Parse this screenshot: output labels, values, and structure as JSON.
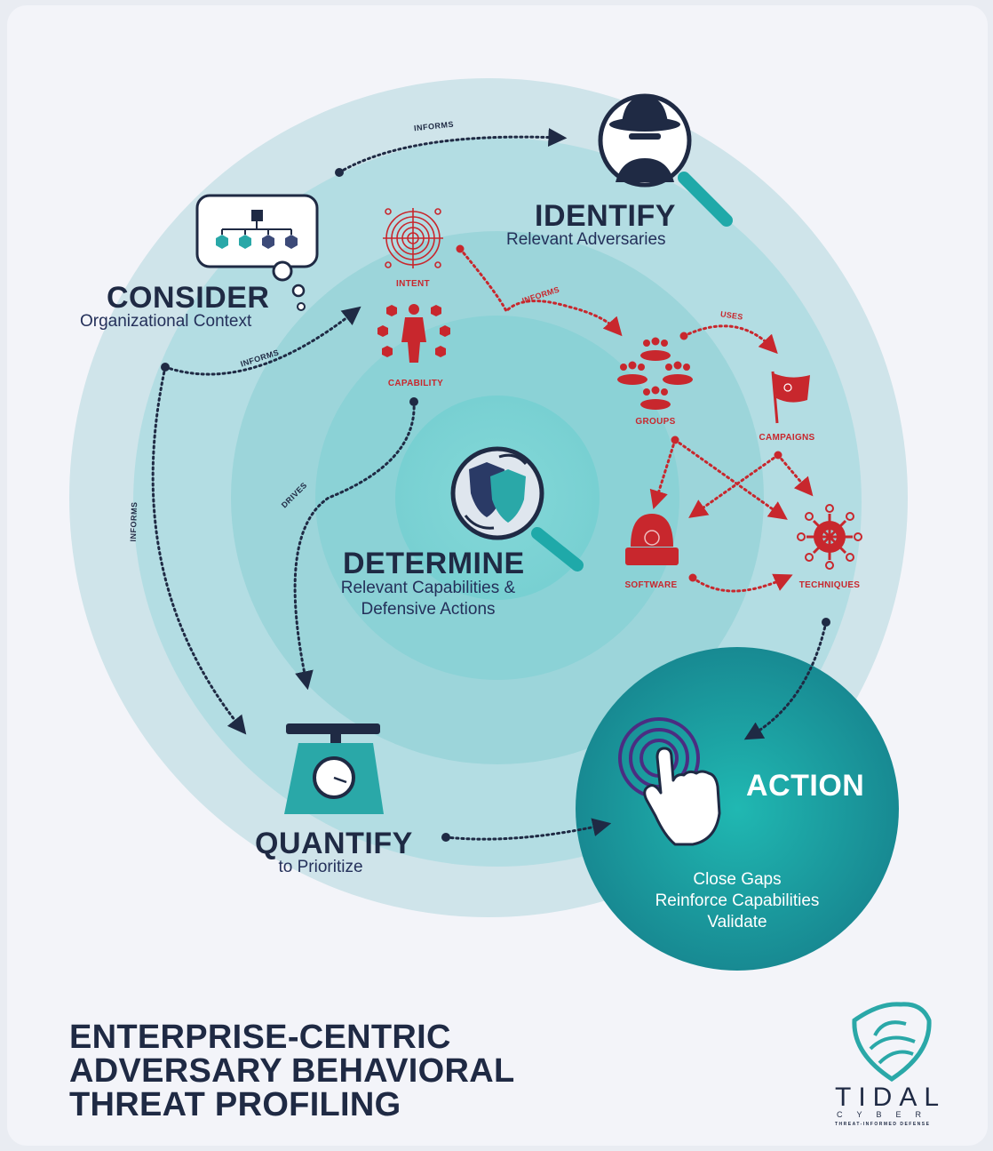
{
  "title_lines": [
    "ENTERPRISE-CENTRIC",
    "ADVERSARY BEHAVIORAL",
    "THREAT PROFILING"
  ],
  "stages": {
    "identify": {
      "title": "IDENTIFY",
      "subtitle": "Relevant Adversaries"
    },
    "consider": {
      "title": "CONSIDER",
      "subtitle": "Organizational Context"
    },
    "determine": {
      "title": "DETERMINE",
      "subtitle_lines": [
        "Relevant Capabilities &",
        "Defensive Actions"
      ]
    },
    "quantify": {
      "title": "QUANTIFY",
      "subtitle": "to Prioritize"
    },
    "action": {
      "title": "ACTION",
      "items": [
        "Close Gaps",
        "Reinforce Capabilities",
        "Validate"
      ]
    }
  },
  "nodes": {
    "intent": "INTENT",
    "capability": "CAPABILITY",
    "groups": "GROUPS",
    "campaigns": "CAMPAIGNS",
    "software": "SOFTWARE",
    "techniques": "TECHNIQUES"
  },
  "arrow_labels": {
    "informs_top": "INFORMS",
    "informs_middle": "INFORMS",
    "informs_left": "INFORMS",
    "informs_red": "INFORMS",
    "uses": "USES",
    "drives": "DRIVES"
  },
  "logo": {
    "name": "TIDAL",
    "sub": "CYBER",
    "tagline": "THREAT-INFORMED DEFENSE"
  },
  "colors": {
    "navy": "#1f2a44",
    "red": "#c8272d",
    "teal": "#2aa8a8",
    "ring_outer": "#cfe4ea",
    "action": "#1e9aa0"
  }
}
